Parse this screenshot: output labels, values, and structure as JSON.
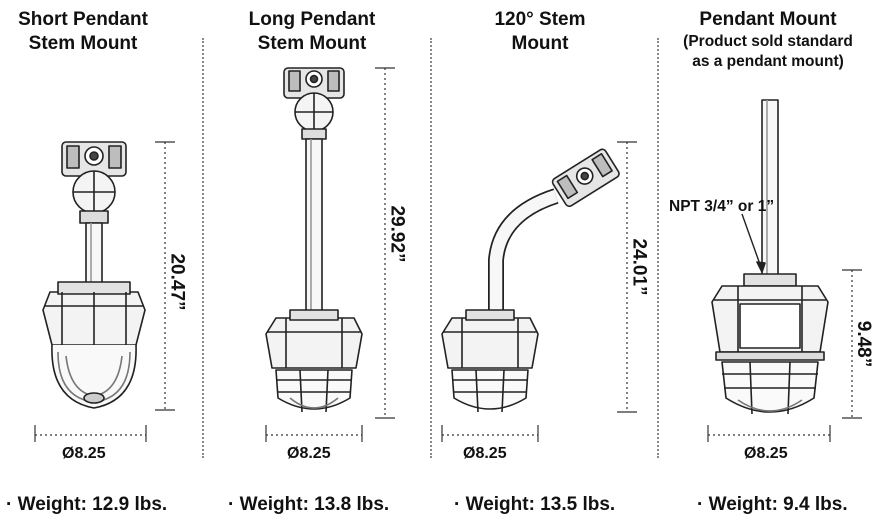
{
  "mounts": [
    {
      "title_line1": "Short Pendant",
      "title_line2": "Stem Mount",
      "height": "20.47”",
      "diameter": "Ø8.25",
      "weight": "· Weight: 12.9 lbs."
    },
    {
      "title_line1": "Long Pendant",
      "title_line2": "Stem Mount",
      "height": "29.92”",
      "diameter": "Ø8.25",
      "weight": "· Weight: 13.8 lbs."
    },
    {
      "title_line1": "120° Stem",
      "title_line2": "Mount",
      "height": "24.01”",
      "diameter": "Ø8.25",
      "weight": "· Weight: 13.5 lbs."
    },
    {
      "title_line1": "Pendant Mount",
      "title_line2": "(Product sold standard",
      "title_line3": "as a pendant mount)",
      "height": "9.48”",
      "diameter": "Ø8.25",
      "weight": "· Weight: 9.4 lbs."
    }
  ],
  "thread_callout": "NPT 3/4” or 1”"
}
